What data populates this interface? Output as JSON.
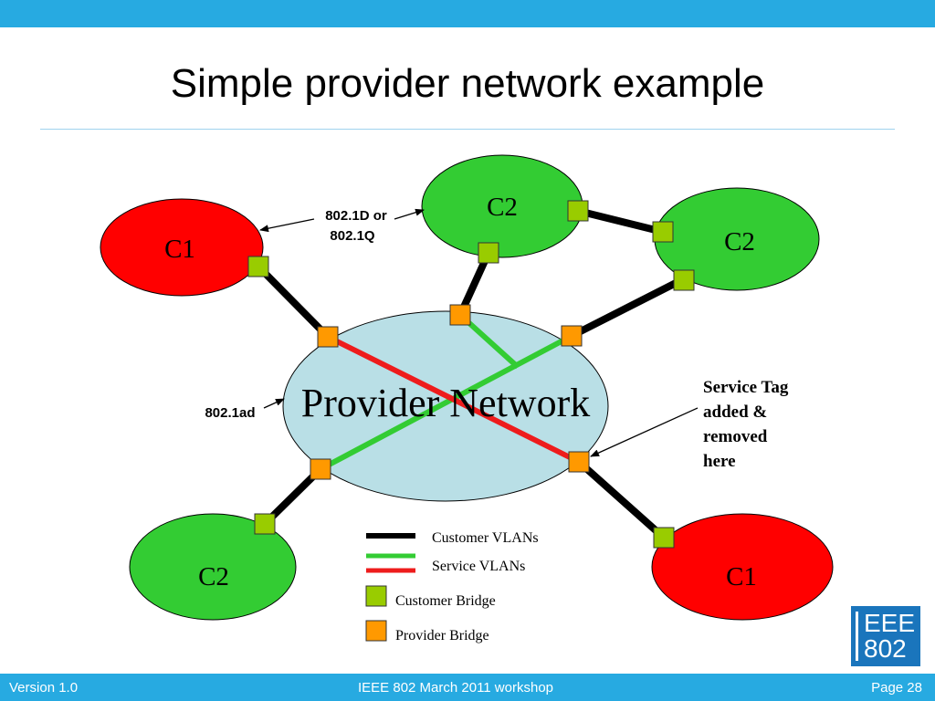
{
  "title": "Simple provider network example",
  "footer": {
    "version": "Version 1.0",
    "event": "IEEE 802 March 2011 workshop",
    "page": "Page 28"
  },
  "logo": {
    "line1": "EEE",
    "line2": "802"
  },
  "diagram": {
    "nodes": {
      "c1_left": "C1",
      "c2_top": "C2",
      "c2_right": "C2",
      "c2_bottom": "C2",
      "c1_bottom": "C1",
      "provider": "Provider Network"
    },
    "annotations": {
      "d1_line1": "802.1D or",
      "d1_line2": "802.1Q",
      "ad": "802.1ad",
      "tag_line1": "Service Tag",
      "tag_line2": "added &",
      "tag_line3": "removed",
      "tag_line4": "here"
    },
    "legend": {
      "customer_vlans": "Customer VLANs",
      "service_vlans": "Service VLANs",
      "customer_bridge": "Customer Bridge",
      "provider_bridge": "Provider Bridge"
    },
    "colors": {
      "customer_red": "#ff0000",
      "customer_green": "#33cc33",
      "provider_fill": "#b9dfe6",
      "customer_vlan": "#000000",
      "service_vlan_green": "#33cc33",
      "service_vlan_red": "#ee1c1c",
      "customer_bridge": "#99cc00",
      "provider_bridge": "#ff9900"
    }
  }
}
